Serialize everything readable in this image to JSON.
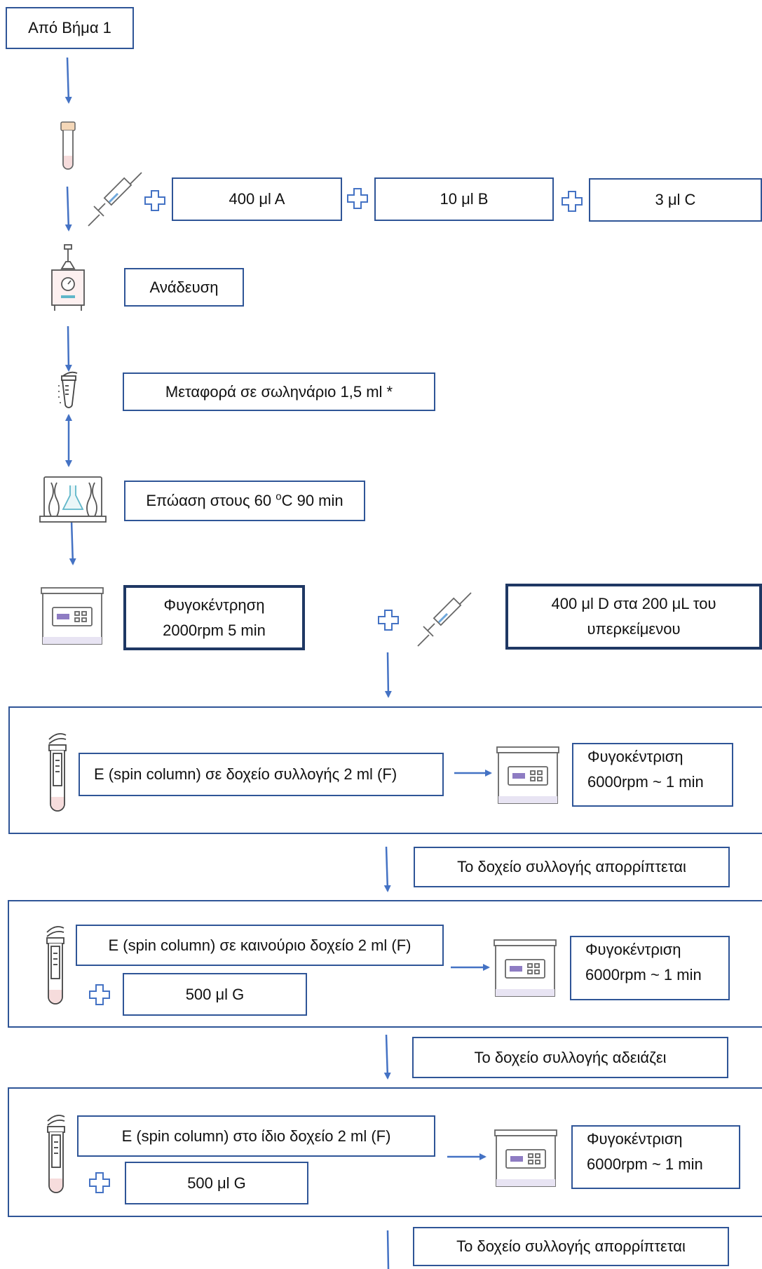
{
  "start": {
    "label": "Από Βήμα 1"
  },
  "reagents": {
    "a": "400 μl A",
    "b": "10 μl B",
    "c": "3 μl C"
  },
  "steps": {
    "mixing": "Ανάδευση",
    "transfer": "Μεταφορά σε σωληνάριο 1,5 ml *",
    "incubation": {
      "prefix": "Επώαση στους 60 ",
      "degree": "o",
      "suffix": "C 90 min"
    },
    "centrifuge1": {
      "line1": "Φυγοκέντρηση",
      "line2": "2000rpm  5 min"
    },
    "add_d": {
      "line1": "400 μl D στα 200 μL του",
      "line2": "υπερκείμενου"
    }
  },
  "block1": {
    "column": "E (spin column) σε δοχείο συλλογής 2 ml (F)",
    "centrifuge": {
      "line1": "Φυγοκέντριση",
      "line2": "6000rpm ~ 1 min"
    },
    "note": "Το δοχείο συλλογής απορρίπτεται"
  },
  "block2": {
    "column": "E (spin column) σε καινούριο δοχείο 2 ml (F)",
    "reagent": "500 μl G",
    "centrifuge": {
      "line1": "Φυγοκέντριση",
      "line2": "6000rpm ~ 1 min"
    },
    "note": "Το δοχείο συλλογής αδειάζει"
  },
  "block3": {
    "column": "E (spin column) στο ίδιο δοχείο 2 ml (F)",
    "reagent": "500 μl G",
    "centrifuge": {
      "line1": "Φυγοκέντριση",
      "line2": "6000rpm ~ 1 min"
    },
    "note": "Το δοχείο συλλογής απορρίπτεται"
  },
  "colors": {
    "box_border": "#2f5597",
    "arrow": "#4472c4",
    "icon_stroke": "#555555",
    "icon_accent": "#8e7cc3"
  },
  "icons": [
    "test-tube-icon",
    "syringe-icon",
    "plus-icon",
    "magnetic-stirrer-icon",
    "microtube-icon",
    "incubator-laptop-icon",
    "centrifuge-icon",
    "spin-column-icon"
  ]
}
